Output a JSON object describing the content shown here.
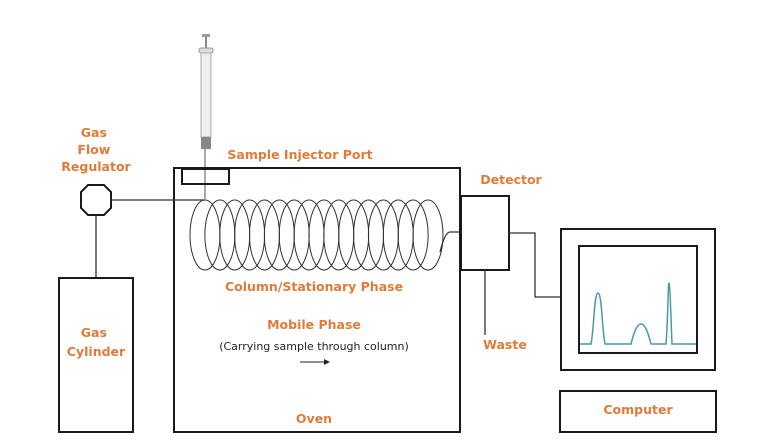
{
  "labels": {
    "gas_flow_regulator": [
      "Gas",
      "Flow",
      "Regulator"
    ],
    "sample_injector_port": "Sample Injector Port",
    "detector": "Detector",
    "column": "Column/Stationary Phase",
    "mobile_phase": "Mobile Phase",
    "mobile_phase_note": "(Carrying sample through column)",
    "gas_cylinder": [
      "Gas",
      "Cylinder"
    ],
    "oven": "Oven",
    "waste": "Waste",
    "computer": "Computer"
  },
  "colors": {
    "label": "#E07B39",
    "chromatogram": "#4A9AA5",
    "outline": "#1a1a1a"
  },
  "chromatogram_peaks": 3
}
